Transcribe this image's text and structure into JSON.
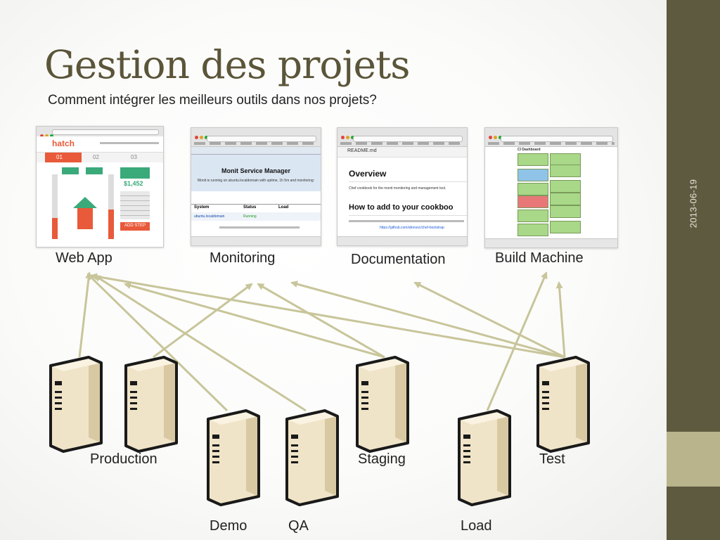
{
  "slide": {
    "title": "Gestion des projets",
    "subtitle": "Comment intégrer les meilleurs outils dans nos projets?",
    "date": "2013-06-19"
  },
  "colors": {
    "title": "#5b5539",
    "sidebar": "#5d5a40",
    "sidebar_accent": "#b9b48c",
    "arrow": "#c8c59a",
    "server_body": "#f0e4c8",
    "server_outline": "#1a1a1a"
  },
  "tools": [
    {
      "id": "webapp",
      "label": "Web App"
    },
    {
      "id": "monitoring",
      "label": "Monitoring"
    },
    {
      "id": "documentation",
      "label": "Documentation"
    },
    {
      "id": "build",
      "label": "Build Machine"
    }
  ],
  "servers": [
    {
      "id": "production",
      "label": "Production"
    },
    {
      "id": "demo",
      "label": "Demo"
    },
    {
      "id": "qa",
      "label": "QA"
    },
    {
      "id": "staging",
      "label": "Staging"
    },
    {
      "id": "load",
      "label": "Load"
    },
    {
      "id": "test",
      "label": "Test"
    }
  ],
  "edges": [
    {
      "from": "production",
      "to": "webapp"
    },
    {
      "from": "production",
      "to": "monitoring"
    },
    {
      "from": "demo",
      "to": "webapp"
    },
    {
      "from": "qa",
      "to": "webapp"
    },
    {
      "from": "staging",
      "to": "webapp"
    },
    {
      "from": "staging",
      "to": "monitoring"
    },
    {
      "from": "load",
      "to": "build"
    },
    {
      "from": "test",
      "to": "webapp"
    },
    {
      "from": "test",
      "to": "monitoring"
    },
    {
      "from": "test",
      "to": "documentation"
    },
    {
      "from": "test",
      "to": "build"
    }
  ],
  "screenshots": {
    "webapp": {
      "logo": "hatch",
      "tab1": "01",
      "tab2": "02",
      "tab3": "03",
      "price": "$1,452",
      "button": "ADD STEP"
    },
    "monitoring": {
      "heading": "Monit Service Manager",
      "text": "Monit is running on ubuntu.localdomain with uptime, 1h 5m and monitoring:",
      "col1": "System",
      "col2": "Status",
      "col3": "Load",
      "row_name": "ubuntu.localdomain",
      "row_status": "Running"
    },
    "documentation": {
      "file": "README.md",
      "heading1": "Overview",
      "para": "Chef cookbook for the monit monitoring and management tool.",
      "heading2": "How to add to your cookboo",
      "link": "https://github.com/afonsoc/chef-bootstrap"
    },
    "build": {
      "heading": "CI Dashboard"
    }
  }
}
